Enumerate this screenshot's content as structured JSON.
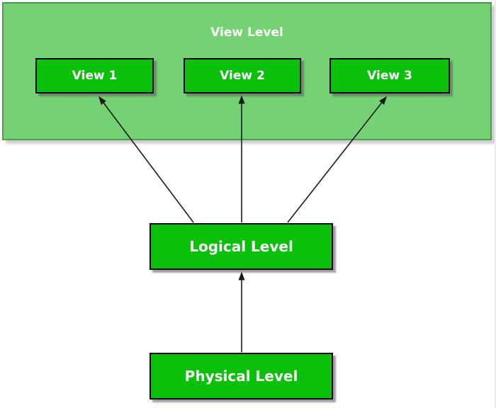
{
  "diagram": {
    "group": {
      "title": "View Level"
    },
    "nodes": {
      "view1": "View 1",
      "view2": "View 2",
      "view3": "View 3",
      "logical": "Logical Level",
      "physical": "Physical Level"
    },
    "arrows": [
      {
        "from": "logical",
        "to": "view1"
      },
      {
        "from": "logical",
        "to": "view2"
      },
      {
        "from": "logical",
        "to": "view3"
      },
      {
        "from": "physical",
        "to": "logical"
      }
    ]
  },
  "colors": {
    "background": "#ffffff",
    "group_fill": "#74d274",
    "group_border": "#4e9a4e",
    "node_fill": "#0bc00b",
    "node_border": "#000000",
    "node_text": "#ffffff",
    "arrow": "#1a1a1a"
  }
}
